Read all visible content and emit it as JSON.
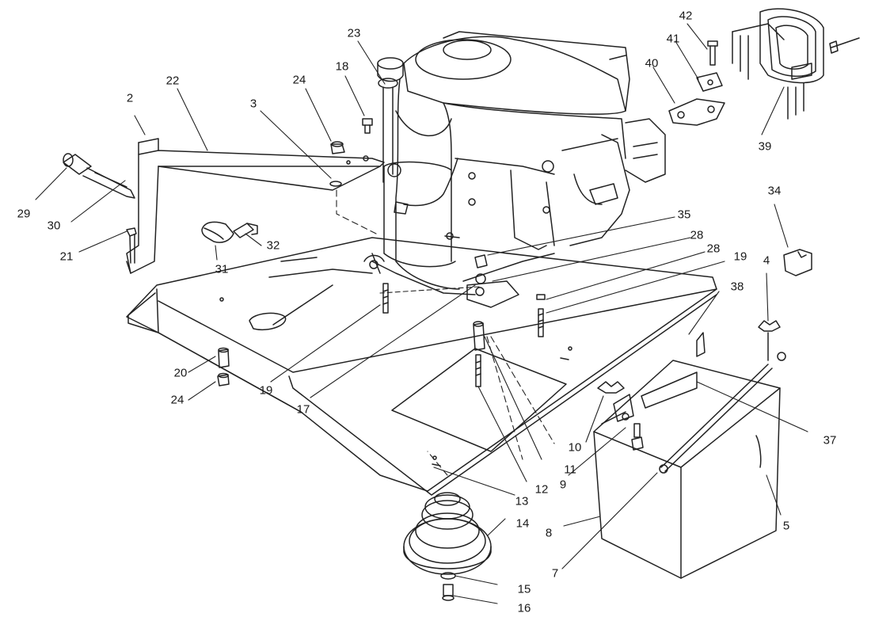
{
  "diagram": {
    "type": "exploded parts diagram",
    "line_color": "#222222",
    "background": "#ffffff",
    "callouts": [
      {
        "id": "c-2",
        "label": "2"
      },
      {
        "id": "c-22",
        "label": "22"
      },
      {
        "id": "c-29",
        "label": "29"
      },
      {
        "id": "c-30",
        "label": "30"
      },
      {
        "id": "c-21",
        "label": "21"
      },
      {
        "id": "c-3",
        "label": "3"
      },
      {
        "id": "c-24a",
        "label": "24"
      },
      {
        "id": "c-18",
        "label": "18"
      },
      {
        "id": "c-23",
        "label": "23"
      },
      {
        "id": "c-31",
        "label": "31"
      },
      {
        "id": "c-32",
        "label": "32"
      },
      {
        "id": "c-20",
        "label": "20"
      },
      {
        "id": "c-24b",
        "label": "24"
      },
      {
        "id": "c-19a",
        "label": "19"
      },
      {
        "id": "c-17",
        "label": "17"
      },
      {
        "id": "c-35",
        "label": "35"
      },
      {
        "id": "c-28a",
        "label": "28"
      },
      {
        "id": "c-28b",
        "label": "28"
      },
      {
        "id": "c-19b",
        "label": "19"
      },
      {
        "id": "c-38",
        "label": "38"
      },
      {
        "id": "c-4",
        "label": "4"
      },
      {
        "id": "c-34",
        "label": "34"
      },
      {
        "id": "c-40",
        "label": "40"
      },
      {
        "id": "c-41",
        "label": "41"
      },
      {
        "id": "c-42",
        "label": "42"
      },
      {
        "id": "c-39",
        "label": "39"
      },
      {
        "id": "c-10",
        "label": "10"
      },
      {
        "id": "c-11",
        "label": "11"
      },
      {
        "id": "c-9",
        "label": "9"
      },
      {
        "id": "c-12",
        "label": "12"
      },
      {
        "id": "c-13",
        "label": "13"
      },
      {
        "id": "c-14",
        "label": "14"
      },
      {
        "id": "c-8",
        "label": "8"
      },
      {
        "id": "c-7",
        "label": "7"
      },
      {
        "id": "c-15",
        "label": "15"
      },
      {
        "id": "c-16",
        "label": "16"
      },
      {
        "id": "c-37",
        "label": "37"
      },
      {
        "id": "c-5",
        "label": "5"
      }
    ]
  }
}
